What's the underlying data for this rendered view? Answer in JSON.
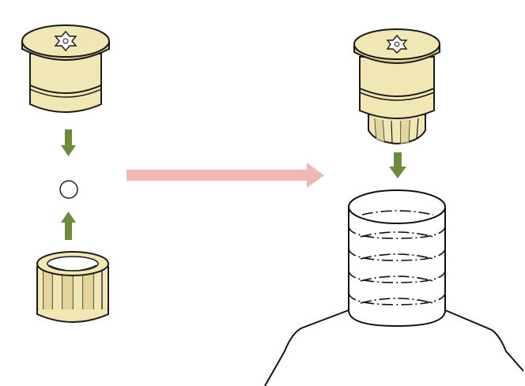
{
  "colors": {
    "background": "#ffffff",
    "cap_fill": "#f1e7b4",
    "cap_shade": "#e2d398",
    "outline": "#1a1a1a",
    "step_arrow": "#6e8b3d",
    "transfer_arrow": "#efb8b5",
    "ball_fill": "#ffffff",
    "bottle_line": "#111111"
  },
  "parts": [
    {
      "id": "cap-top",
      "icon": "screw-cap-icon"
    },
    {
      "id": "small-ball",
      "icon": "circle-icon"
    },
    {
      "id": "ribbed-ring",
      "icon": "ribbed-ring-icon"
    },
    {
      "id": "assembled-cap",
      "icon": "screw-cap-with-ring-icon"
    },
    {
      "id": "bottle-neck",
      "icon": "bottle-neck-icon"
    }
  ],
  "arrows": [
    {
      "id": "cap-to-ball",
      "direction": "down"
    },
    {
      "id": "ring-to-ball",
      "direction": "up"
    },
    {
      "id": "assembly-transfer",
      "direction": "right"
    },
    {
      "id": "cap-onto-bottle",
      "direction": "down"
    }
  ]
}
